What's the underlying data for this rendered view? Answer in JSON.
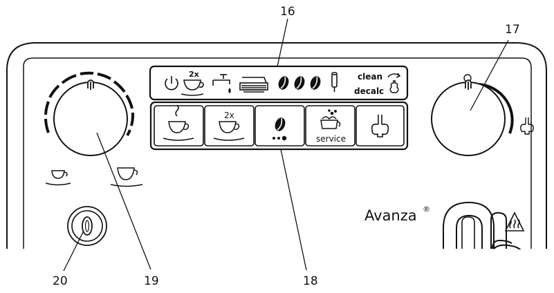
{
  "callouts": {
    "display_panel": "16",
    "steam_knob": "17",
    "button_row": "18",
    "quantity_knob": "19",
    "power_switch": "20"
  },
  "display": {
    "two_cups_mark": "2x",
    "clean_label": "clean",
    "decalc_label": "decalc",
    "icons": [
      "power-icon",
      "two-cups-icon",
      "water-tap-icon",
      "drip-tray-icon",
      "bean-icon",
      "bean-icon",
      "bean-icon",
      "filter-icon",
      "steam-rotate-icon"
    ]
  },
  "buttons": {
    "one_cup": {
      "icon": "cup-icon"
    },
    "two_cups": {
      "label": "2x",
      "icon": "cup-icon"
    },
    "aroma": {
      "icon": "bean-dots-icon"
    },
    "service": {
      "label": "service",
      "icon": "service-icon"
    },
    "steam": {
      "icon": "steam-icon"
    }
  },
  "brand": {
    "name": "Avanza",
    "mark": "®"
  },
  "colors": {
    "line": "#111111",
    "display_fill": "#ffffff",
    "button_fill": "#ffffff"
  }
}
